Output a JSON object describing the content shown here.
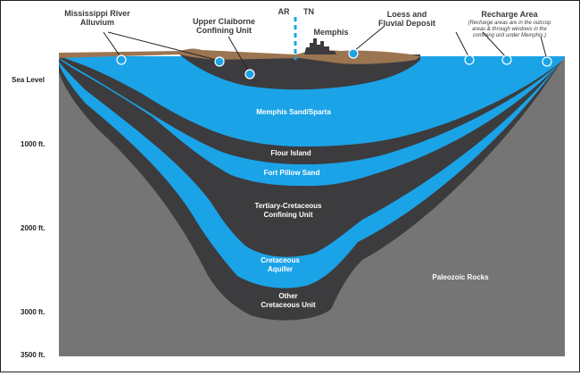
{
  "top_labels": {
    "state_left": "AR",
    "state_right": "TN",
    "alluvium": [
      "Mississippi River",
      "Alluvium"
    ],
    "claiborne": [
      "Upper Claiborne",
      "Confining Unit"
    ],
    "memphis": "Memphis",
    "loess": [
      "Loess and",
      "Fluvial Deposit"
    ],
    "recharge_title": "Recharge Area",
    "recharge_note": [
      "(Recharge areas are in the outcrop",
      "areas & through windows in the",
      "confining unit under Memphis.)"
    ]
  },
  "depth_labels": [
    "Sea Level",
    "1000 ft.",
    "2000 ft.",
    "3000 ft.",
    "3500 ft."
  ],
  "layer_labels": {
    "memphis_sand": "Memphis Sand/Sparta",
    "flour_island": "Flour Island",
    "fort_pillow": "Fort Pillow Sand",
    "tertiary": [
      "Tertiary-Cretaceous",
      "Confining Unit"
    ],
    "cretaceous_aquifer": [
      "Cretaceous",
      "Aquifer"
    ],
    "other_cretaceous": [
      "Other",
      "Cretaceous Unit"
    ],
    "paleozoic": "Paleozoic Rocks"
  },
  "colors": {
    "water": "#1ba3e8",
    "dark_layer": "#3c3c3e",
    "rock": "#737373",
    "soil": "#9b7552",
    "text_dark": "#3a3a3a"
  }
}
